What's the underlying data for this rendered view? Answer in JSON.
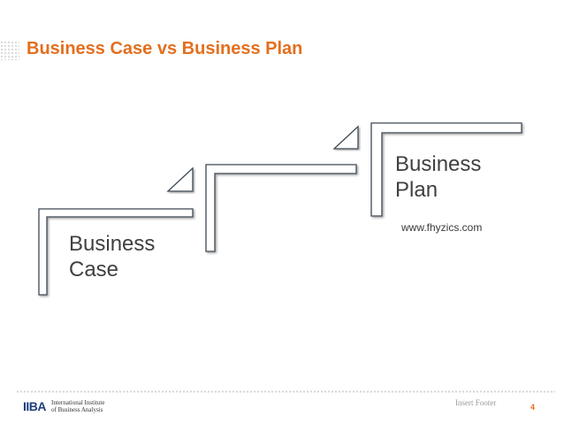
{
  "slide": {
    "title": "Business Case vs Business Plan",
    "step_left": {
      "line1": "Business",
      "line2": "Case"
    },
    "step_right": {
      "line1": "Business",
      "line2": "Plan"
    },
    "caption": "www.fhyzics.com"
  },
  "footer": {
    "logo_mark": "IIBA",
    "logo_line1": "International Institute",
    "logo_line2": "of Business Analysis",
    "footer_text": "Insert Footer",
    "page_number": "4"
  },
  "colors": {
    "accent": "#e36f1e",
    "text": "#404040",
    "brand_blue": "#1f3f7a"
  }
}
